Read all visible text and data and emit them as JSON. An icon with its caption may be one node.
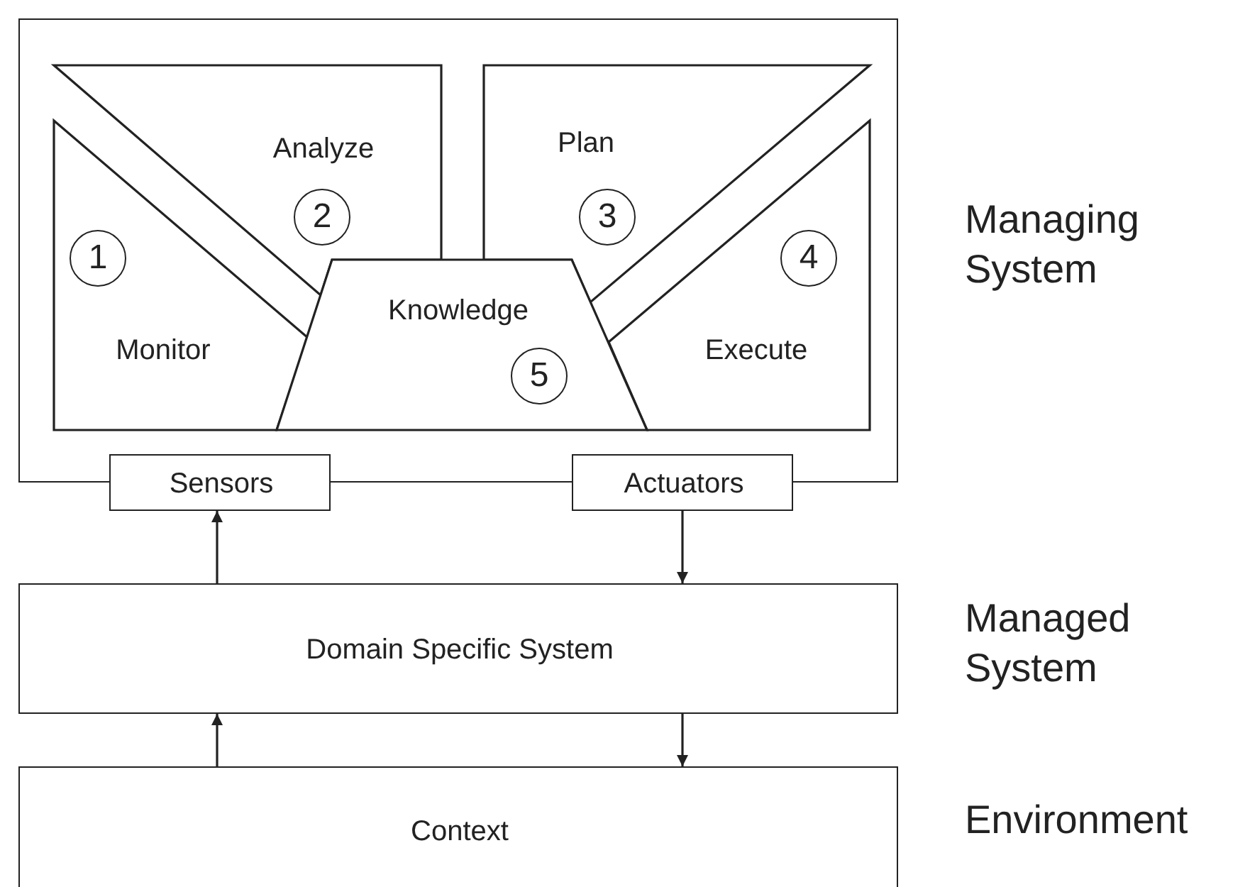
{
  "diagram": {
    "nodes": [
      {
        "text": [],
        "shape": "box"
      },
      {
        "text": [
          "1",
          "Monitor"
        ],
        "in": 0
      },
      {
        "text": [
          "Analyze",
          "2"
        ],
        "in": 0
      },
      {
        "text": [
          "Plan",
          "3"
        ],
        "in": 0
      },
      {
        "text": [
          "4",
          "Execute"
        ],
        "in": 0
      },
      {
        "text": [
          "Knowledge",
          "5"
        ],
        "in": 0
      },
      {
        "text": [
          "Sensors"
        ]
      },
      {
        "text": [
          "Actuators"
        ]
      },
      {
        "text": [
          "Domain Specific System"
        ]
      },
      {
        "text": [
          "Context"
        ]
      }
    ],
    "edges": [
      {
        "from": 8,
        "to": 6,
        "arrow": "to"
      },
      {
        "from": 7,
        "to": 8,
        "arrow": "to"
      },
      {
        "from": 9,
        "to": 8,
        "arrow": "to"
      },
      {
        "from": 8,
        "to": 9,
        "arrow": "to"
      }
    ],
    "labels": [
      "Managing System",
      "Managed System",
      "Environment"
    ]
  }
}
